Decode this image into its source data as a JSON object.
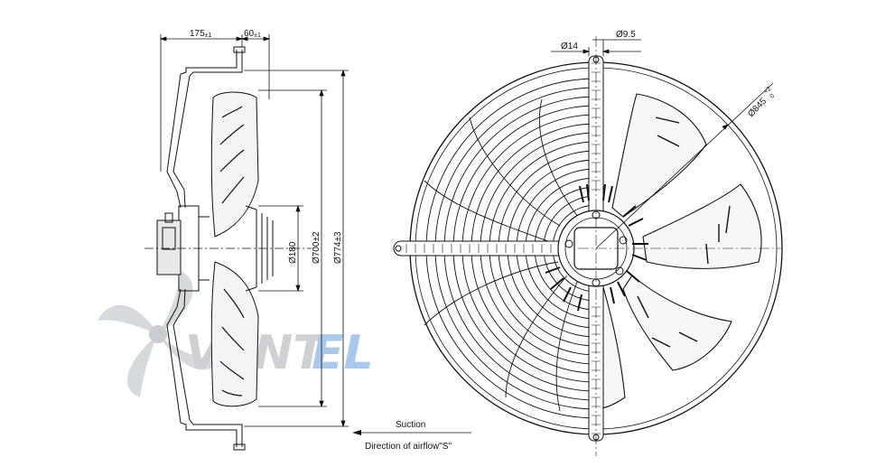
{
  "dimensions": {
    "width_left": "175",
    "tol_left": "±1",
    "width_right": "60",
    "tol_right": "±1",
    "hole_dia": "Ø9.5",
    "bolt_dia": "Ø14",
    "ring_dia": "Ø845",
    "ring_tol": "+2\n0",
    "ring_tol_upper": "+2",
    "ring_tol_lower": "0",
    "hub_dia": "Ø180",
    "rotor_dia": "Ø700±2",
    "frame_dia": "Ø774±3"
  },
  "airflow": {
    "line1": "Suction",
    "line2": "Direction of airflow\"S\""
  },
  "watermark": {
    "brand": "VENTEL",
    "colors": {
      "grey": "#c9ccd0",
      "blue": "#9fc3ea"
    }
  },
  "colors": {
    "line": "#111111",
    "blade_fill": "#f4f4f4"
  }
}
